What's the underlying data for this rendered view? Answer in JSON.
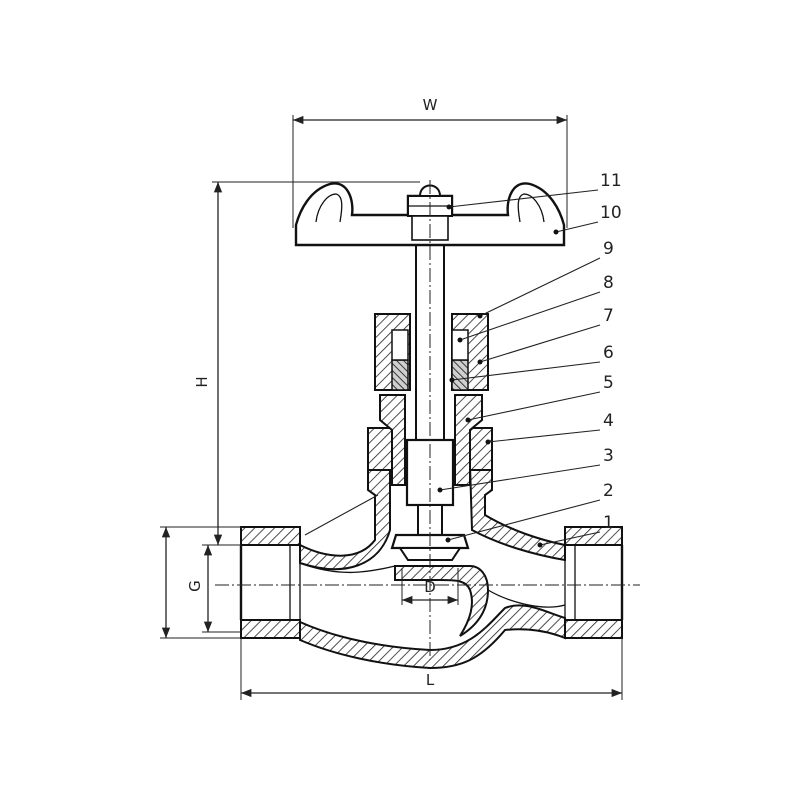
{
  "dimensions": {
    "width_label": "W",
    "height_label": "H",
    "length_label": "L",
    "thread_label": "G",
    "bore_label": "D"
  },
  "callouts": [
    "1",
    "2",
    "3",
    "4",
    "5",
    "6",
    "7",
    "8",
    "9",
    "10",
    "11"
  ]
}
